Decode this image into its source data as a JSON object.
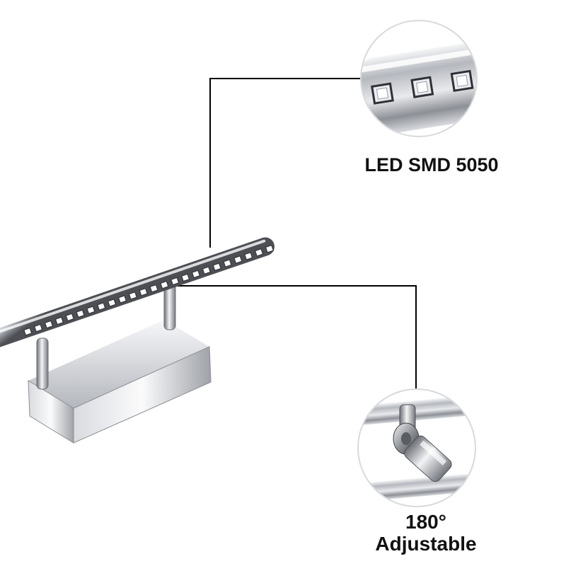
{
  "callouts": {
    "led": {
      "label": "LED SMD 5050",
      "icon": "led-chip-closeup"
    },
    "joint": {
      "line1": "180°",
      "line2": "Adjustable",
      "icon": "swivel-joint-closeup"
    }
  },
  "colors": {
    "background": "#ffffff",
    "leader_line": "#000000",
    "steel_light": "#f4f5f7",
    "steel_mid": "#b9bcc2",
    "steel_dark": "#5e6066",
    "led_face": "#f2f7ff"
  }
}
